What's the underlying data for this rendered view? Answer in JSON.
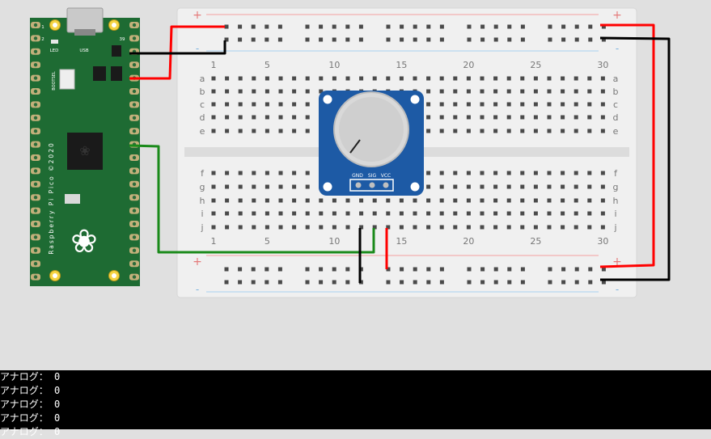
{
  "breadboard": {
    "column_numbers": [
      "1",
      "5",
      "10",
      "15",
      "20",
      "25",
      "30"
    ],
    "row_labels_top": [
      "a",
      "b",
      "c",
      "d",
      "e"
    ],
    "row_labels_bottom": [
      "f",
      "g",
      "h",
      "i",
      "j"
    ],
    "rail_plus": "+",
    "rail_minus": "-"
  },
  "pico": {
    "label_led": "LED",
    "label_usb": "USB",
    "label_bootsel": "BOOTSEL",
    "pin_1": "1",
    "pin_2": "2",
    "pin_39": "39",
    "board_name": "Raspberry Pi Pico ©2020"
  },
  "potentiometer": {
    "pin_gnd": "GND",
    "pin_sig": "SIG",
    "pin_vcc": "VCC"
  },
  "colors": {
    "wire_power": "#ff0000",
    "wire_ground": "#000000",
    "wire_signal": "#1a8a1a",
    "pico_green": "#1e6b33",
    "module_blue": "#1d5aa5"
  },
  "console": {
    "lines": [
      {
        "label": "アナログ：",
        "value": "0"
      },
      {
        "label": "アナログ：",
        "value": "0"
      },
      {
        "label": "アナログ：",
        "value": "0"
      },
      {
        "label": "アナログ：",
        "value": "0"
      },
      {
        "label": "アナログ：",
        "value": "0"
      }
    ]
  }
}
